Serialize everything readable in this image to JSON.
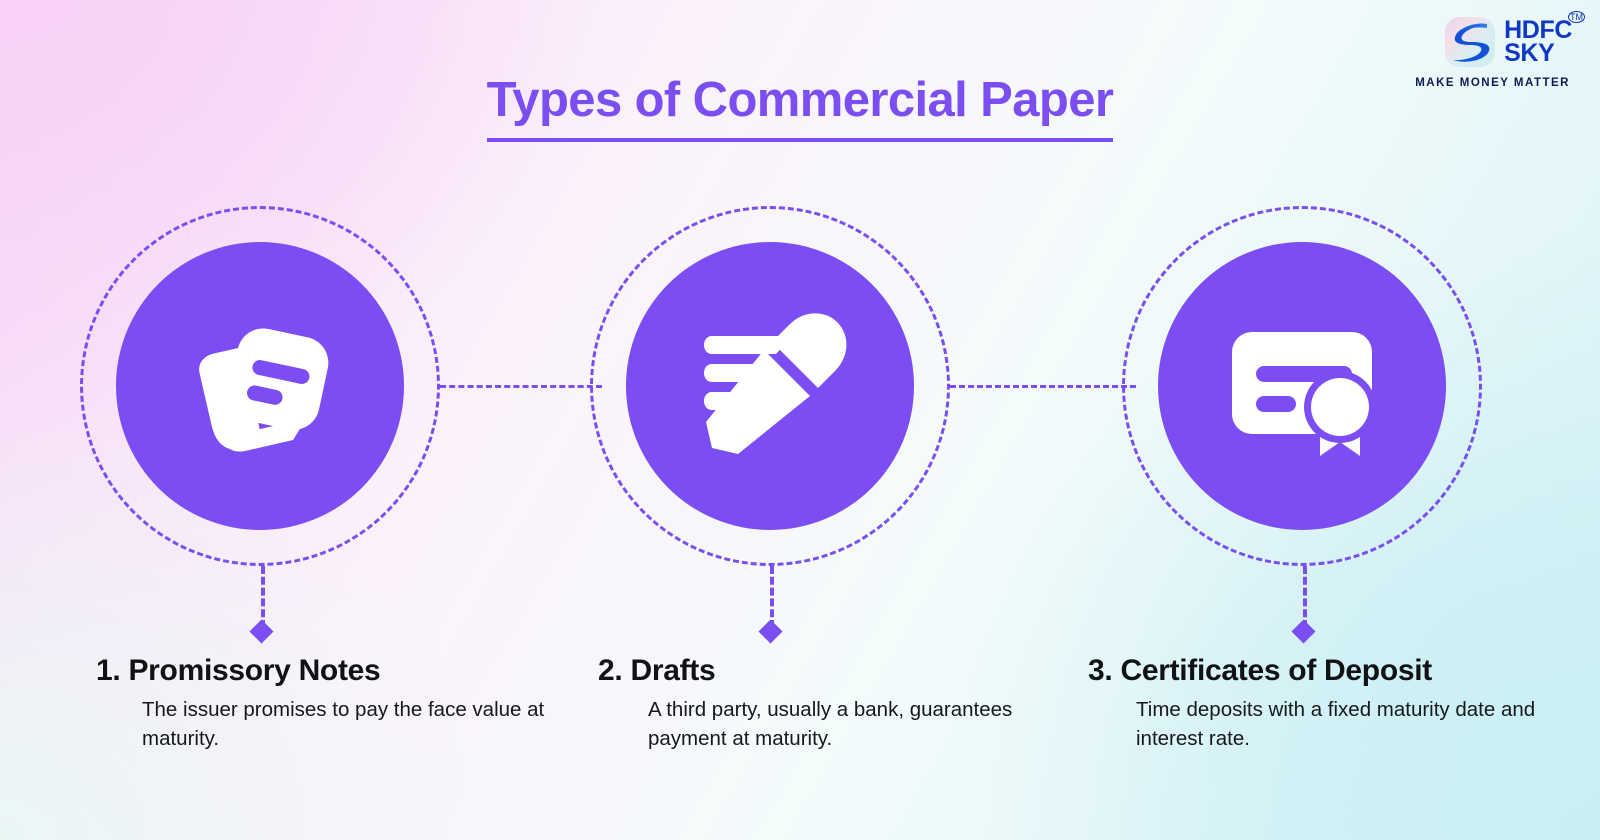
{
  "brand": {
    "logo_mark": "hdfc-sky-swoosh-logo",
    "name_line1": "HDFC",
    "name_line2": "SKY",
    "trademark": "TM",
    "tagline": "MAKE MONEY MATTER",
    "brand_color": "#1038c4",
    "tagline_color": "#0f1c52"
  },
  "header": {
    "title": "Types of Commercial Paper",
    "title_color": "#7a4ef0"
  },
  "theme": {
    "accent": "#7a4ef0",
    "circle_fill": "#7c4df2",
    "icon_fill": "#ffffff",
    "text_color": "#111215",
    "background_from": "#f6d6f7",
    "background_to": "#cdf0f4"
  },
  "items": [
    {
      "icon": "stacked-notes-icon",
      "title": "1. Promissory Notes",
      "description": "The issuer promises to pay the face value at maturity."
    },
    {
      "icon": "pencil-writing-icon",
      "title": "2. Drafts",
      "description": "A third party, usually a bank, guarantees payment at maturity."
    },
    {
      "icon": "certificate-seal-icon",
      "title": "3. Certificates of Deposit",
      "description": "Time deposits with a fixed maturity date and interest rate."
    }
  ]
}
